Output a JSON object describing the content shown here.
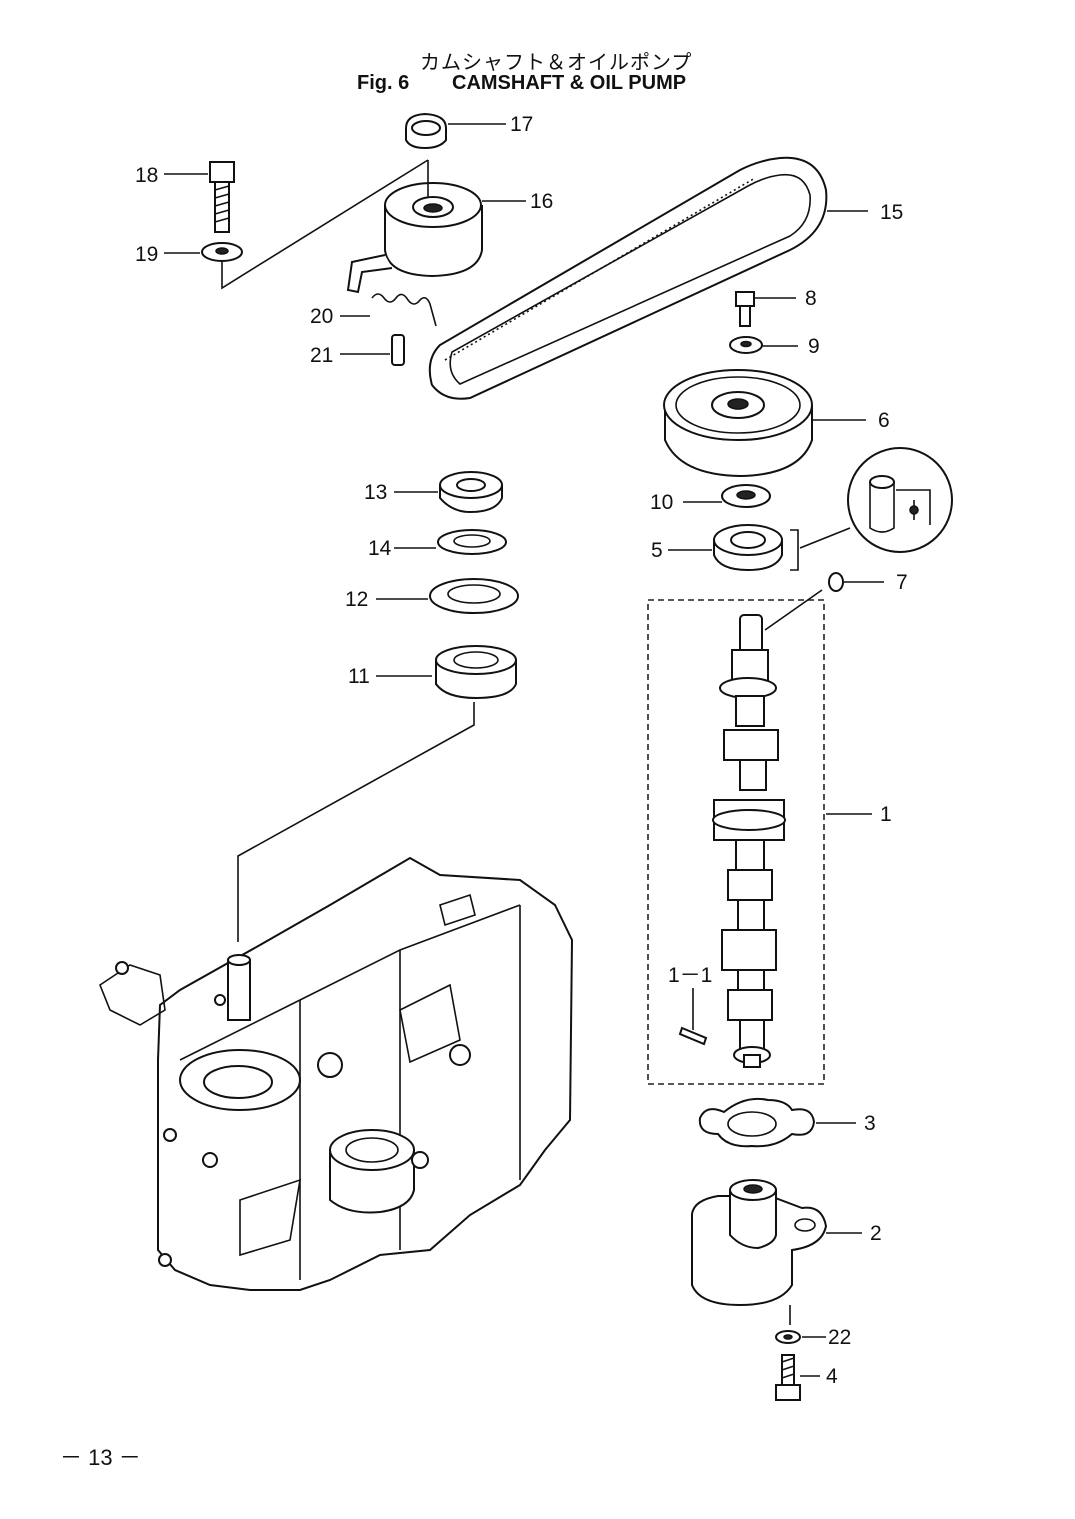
{
  "header": {
    "title_japanese": "カムシャフト＆オイルポンプ",
    "figure_label": "Fig. 6",
    "title": "CAMSHAFT & OIL PUMP"
  },
  "callouts": [
    {
      "id": "p1",
      "label": "1"
    },
    {
      "id": "p1-1",
      "label": "1－1"
    },
    {
      "id": "p2",
      "label": "2"
    },
    {
      "id": "p3",
      "label": "3"
    },
    {
      "id": "p4",
      "label": "4"
    },
    {
      "id": "p5",
      "label": "5"
    },
    {
      "id": "p6",
      "label": "6"
    },
    {
      "id": "p7",
      "label": "7"
    },
    {
      "id": "p8",
      "label": "8"
    },
    {
      "id": "p9",
      "label": "9"
    },
    {
      "id": "p10",
      "label": "10"
    },
    {
      "id": "p11",
      "label": "11"
    },
    {
      "id": "p12",
      "label": "12"
    },
    {
      "id": "p13",
      "label": "13"
    },
    {
      "id": "p14",
      "label": "14"
    },
    {
      "id": "p15",
      "label": "15"
    },
    {
      "id": "p16",
      "label": "16"
    },
    {
      "id": "p17",
      "label": "17"
    },
    {
      "id": "p18",
      "label": "18"
    },
    {
      "id": "p19",
      "label": "19"
    },
    {
      "id": "p20",
      "label": "20"
    },
    {
      "id": "p21",
      "label": "21"
    },
    {
      "id": "p22",
      "label": "22"
    }
  ],
  "footer": {
    "page_number": "－ 13 －"
  }
}
